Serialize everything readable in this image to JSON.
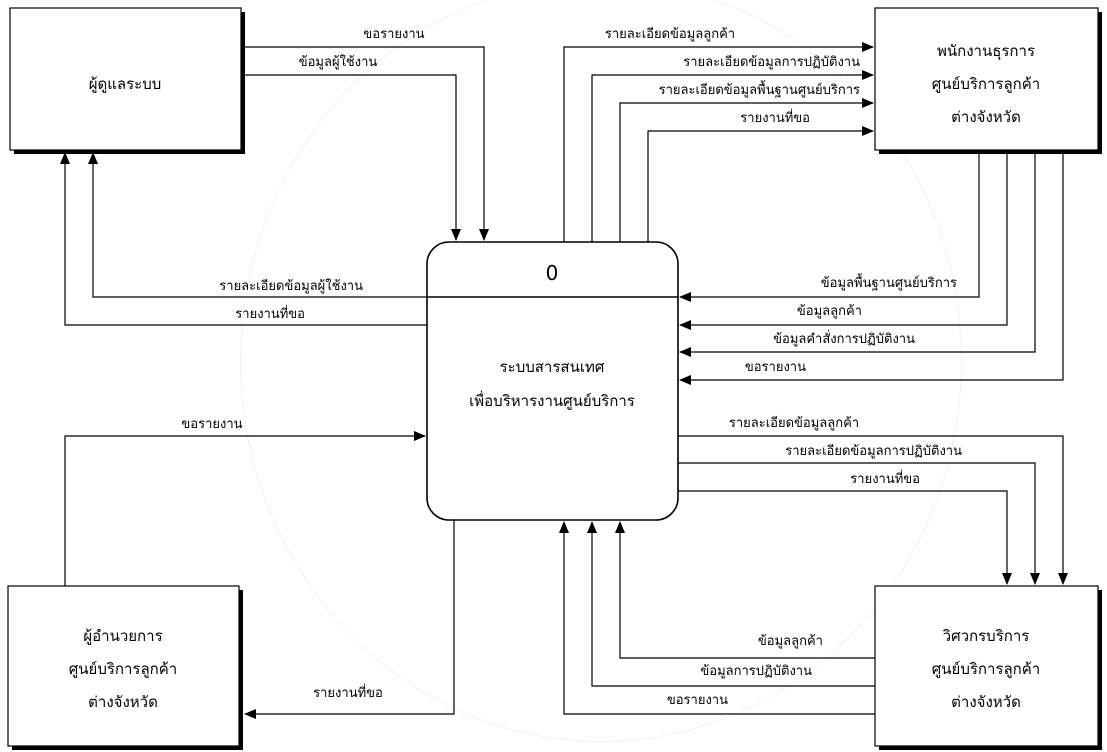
{
  "entities": {
    "admin": {
      "label": "ผู้ดูแลระบบ"
    },
    "staff": {
      "line1": "พนักงานธุรการ",
      "line2": "ศูนย์บริการลูกค้า",
      "line3": "ต่างจังหวัด"
    },
    "director": {
      "line1": "ผู้อำนวยการ",
      "line2": "ศูนย์บริการลูกค้า",
      "line3": "ต่างจังหวัด"
    },
    "engineer": {
      "line1": "วิศวกรบริการ",
      "line2": "ศูนย์บริการลูกค้า",
      "line3": "ต่างจังหวัด"
    }
  },
  "process": {
    "number": "0",
    "line1": "ระบบสารสนเทศ",
    "line2": "เพื่อบริหารงานศูนย์บริการ"
  },
  "flows": {
    "admin_request_report": "ขอรายงาน",
    "admin_user_data": "ข้อมูลผู้ใช้งาน",
    "admin_user_details": "รายละเอียดข้อมูลผู้ใช้งาน",
    "admin_requested_report": "รายงานที่ขอ",
    "staff_customer_details": "รายละเอียดข้อมูลลูกค้า",
    "staff_work_details": "รายละเอียดข้อมูลการปฏิบัติงาน",
    "staff_center_details": "รายละเอียดข้อมูลพื้นฐานศูนย์บริการ",
    "staff_requested_report": "รายงานที่ขอ",
    "staff_center_data": "ข้อมูลพื้นฐานศูนย์บริการ",
    "staff_customer_data": "ข้อมูลลูกค้า",
    "staff_work_order": "ข้อมูลคำสั่งการปฏิบัติงาน",
    "staff_request_report": "ขอรายงาน",
    "director_request_report": "ขอรายงาน",
    "director_requested_report": "รายงานที่ขอ",
    "eng_customer_details": "รายละเอียดข้อมูลลูกค้า",
    "eng_work_details": "รายละเอียดข้อมูลการปฏิบัติงาน",
    "eng_requested_report": "รายงานที่ขอ",
    "eng_customer_data": "ข้อมูลลูกค้า",
    "eng_work_data": "ข้อมูลการปฏิบัติงาน",
    "eng_request_report": "ขอรายงาน"
  }
}
